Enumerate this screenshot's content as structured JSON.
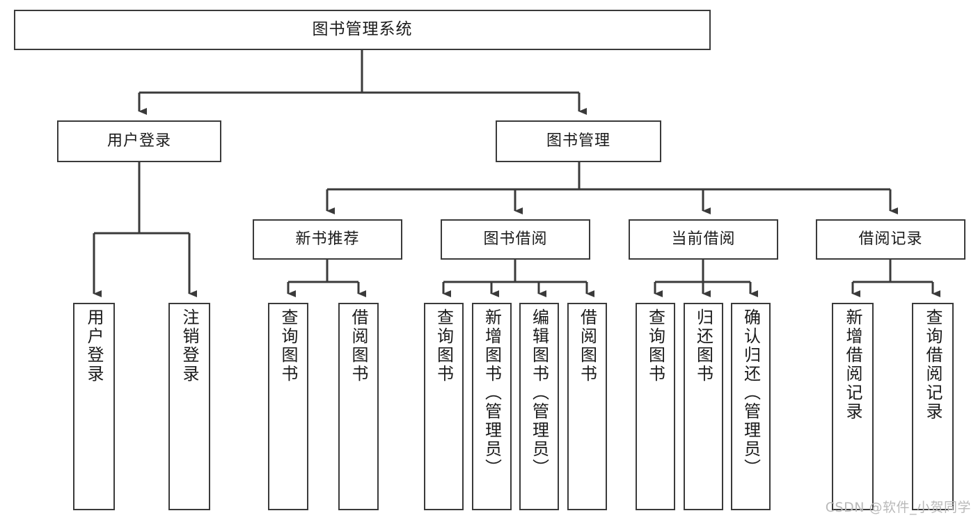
{
  "diagram": {
    "title": "图书管理系统",
    "type": "function-structure-tree",
    "root": {
      "id": "root",
      "label": "图书管理系统"
    },
    "level1": [
      {
        "id": "user-login",
        "label": "用户登录"
      },
      {
        "id": "book-manage",
        "label": "图书管理"
      }
    ],
    "level2": [
      {
        "id": "new-book-rec",
        "label": "新书推荐",
        "parent": "book-manage"
      },
      {
        "id": "book-borrow",
        "label": "图书借阅",
        "parent": "book-manage"
      },
      {
        "id": "current-borrow",
        "label": "当前借阅",
        "parent": "book-manage"
      },
      {
        "id": "borrow-record",
        "label": "借阅记录",
        "parent": "book-manage"
      }
    ],
    "leaves": [
      {
        "id": "leaf-user-login",
        "label": "用户登录",
        "parent": "user-login"
      },
      {
        "id": "leaf-logout",
        "label": "注销登录",
        "parent": "user-login"
      },
      {
        "id": "leaf-query-book-1",
        "label": "查询图书",
        "parent": "new-book-rec"
      },
      {
        "id": "leaf-borrow-book-1",
        "label": "借阅图书",
        "parent": "new-book-rec"
      },
      {
        "id": "leaf-query-book-2",
        "label": "查询图书",
        "parent": "book-borrow"
      },
      {
        "id": "leaf-add-book",
        "label": "新增图书（管理员）",
        "parent": "book-borrow"
      },
      {
        "id": "leaf-edit-book",
        "label": "编辑图书（管理员）",
        "parent": "book-borrow"
      },
      {
        "id": "leaf-borrow-book-2",
        "label": "借阅图书",
        "parent": "book-borrow"
      },
      {
        "id": "leaf-query-book-3",
        "label": "查询图书",
        "parent": "current-borrow"
      },
      {
        "id": "leaf-return-book",
        "label": "归还图书",
        "parent": "current-borrow"
      },
      {
        "id": "leaf-confirm-return",
        "label": "确认归还（管理员）",
        "parent": "current-borrow"
      },
      {
        "id": "leaf-add-record",
        "label": "新增借阅记录",
        "parent": "borrow-record"
      },
      {
        "id": "leaf-query-record",
        "label": "查询借阅记录",
        "parent": "borrow-record"
      }
    ]
  },
  "watermark": {
    "text": "CSDN @软件_小贺同学"
  },
  "colors": {
    "stroke": "#3a3a3a",
    "box_fill": "#ffffff",
    "text": "#1a1a1a",
    "watermark": "#b9b9b9",
    "background": "#ffffff"
  }
}
